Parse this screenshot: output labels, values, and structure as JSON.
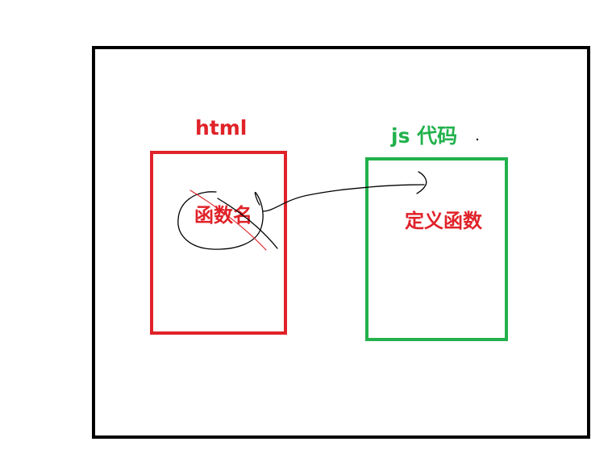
{
  "labels": {
    "html_title": "html",
    "js_title": "js 代码",
    "function_name": "函数名",
    "function_definition": "定义函数"
  },
  "colors": {
    "frame": "#000000",
    "html_box": "#e02229",
    "js_box": "#22b14c",
    "html_title": "#e02229",
    "js_title": "#22b14c",
    "function_name": "#e02229",
    "function_definition": "#e02229",
    "sketch_stroke": "#000000",
    "strike_line": "#e02229"
  }
}
